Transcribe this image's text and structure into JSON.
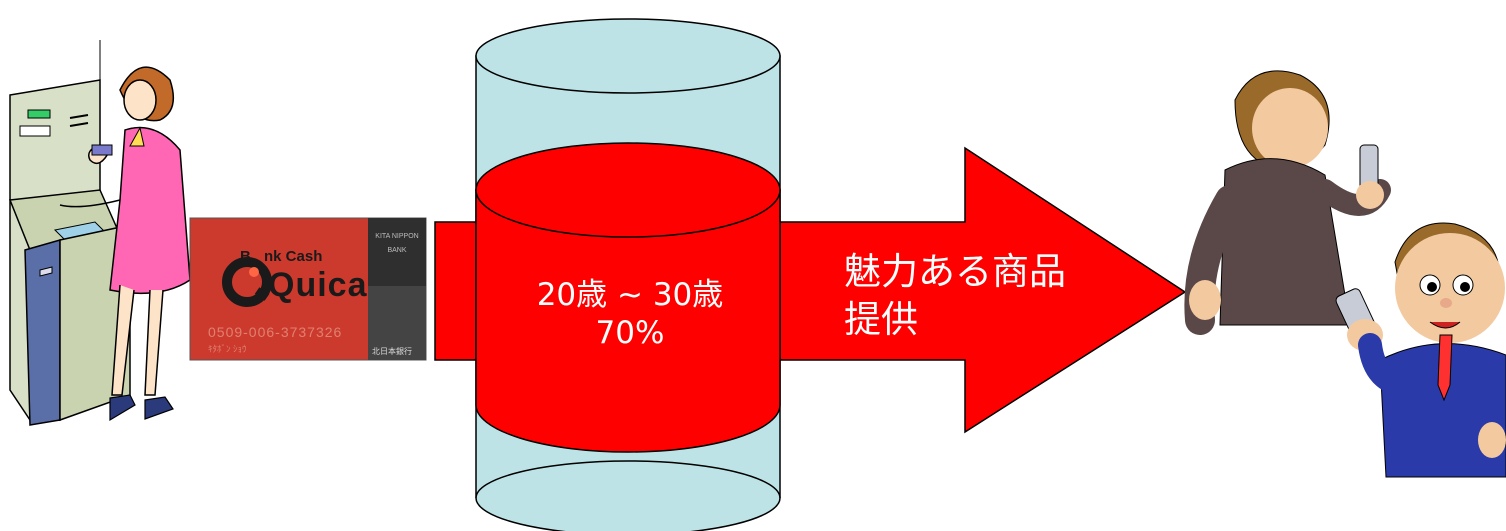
{
  "cylinder": {
    "line1": "20歳 ~ 30歳",
    "line2": "70%"
  },
  "arrow": {
    "line1": "魅力ある商品",
    "line2": "提供"
  },
  "card": {
    "brand_small": "B",
    "brand": "nk Cash",
    "name": "Quica",
    "number": "0509-006-3737326",
    "holder": "ｷﾀﾎﾞﾝ ｼｮｳ",
    "bank_side": "KITA NIPPON BANK",
    "bank_jp": "北日本銀行"
  },
  "colors": {
    "red": "#ff0000",
    "cylinder_blue": "#bde3e6",
    "outline": "#000000"
  },
  "icons": {
    "left": "woman-atm-clipart",
    "right": "two-businessmen-phones-clipart",
    "card": "bank-card-image"
  }
}
